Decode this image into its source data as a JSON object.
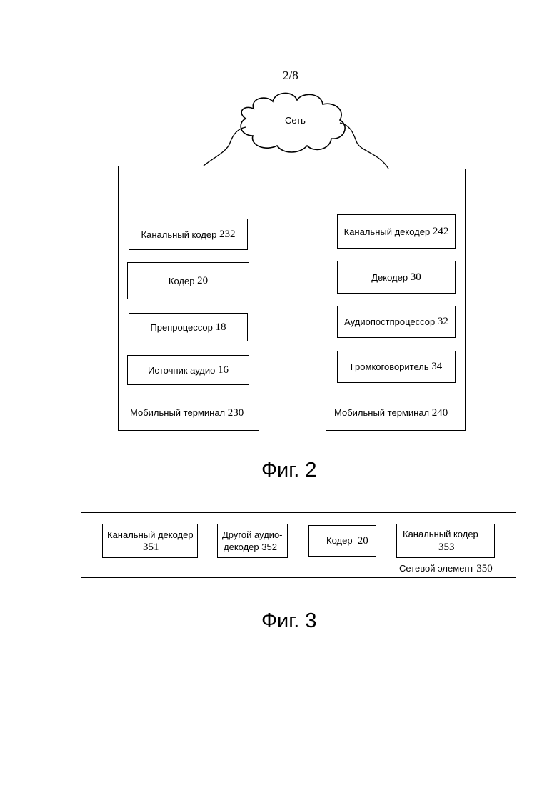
{
  "page": {
    "number": "2/8"
  },
  "fig2": {
    "cloud_label": "Сеть",
    "left_terminal": {
      "label": "Мобильный терминал",
      "number": "230",
      "blocks": [
        {
          "text": "Канальный кодер",
          "number": "232"
        },
        {
          "text": "Кодер",
          "number": "20"
        },
        {
          "text": "Препроцессор",
          "number": "18"
        },
        {
          "text": "Источник аудио",
          "number": "16"
        }
      ]
    },
    "right_terminal": {
      "label": "Мобильный терминал",
      "number": "240",
      "blocks": [
        {
          "text": "Канальный декодер",
          "number": "242"
        },
        {
          "text": "Декодер",
          "number": "30"
        },
        {
          "text": "Аудиопостпроцессор",
          "number": "32"
        },
        {
          "text": "Громкоговоритель",
          "number": "34"
        }
      ]
    },
    "caption": "Фиг. 2"
  },
  "fig3": {
    "blocks": [
      {
        "line1": "Канальный декодер",
        "line2": "351"
      },
      {
        "line1": "Другой аудио-",
        "line2": "декодер 352"
      },
      {
        "line1": "Кодер",
        "line2": "20"
      },
      {
        "line1": "Канальный кодер",
        "line2": "353"
      }
    ],
    "element": {
      "label": "Сетевой элемент",
      "number": "350"
    },
    "caption": "Фиг. 3"
  }
}
